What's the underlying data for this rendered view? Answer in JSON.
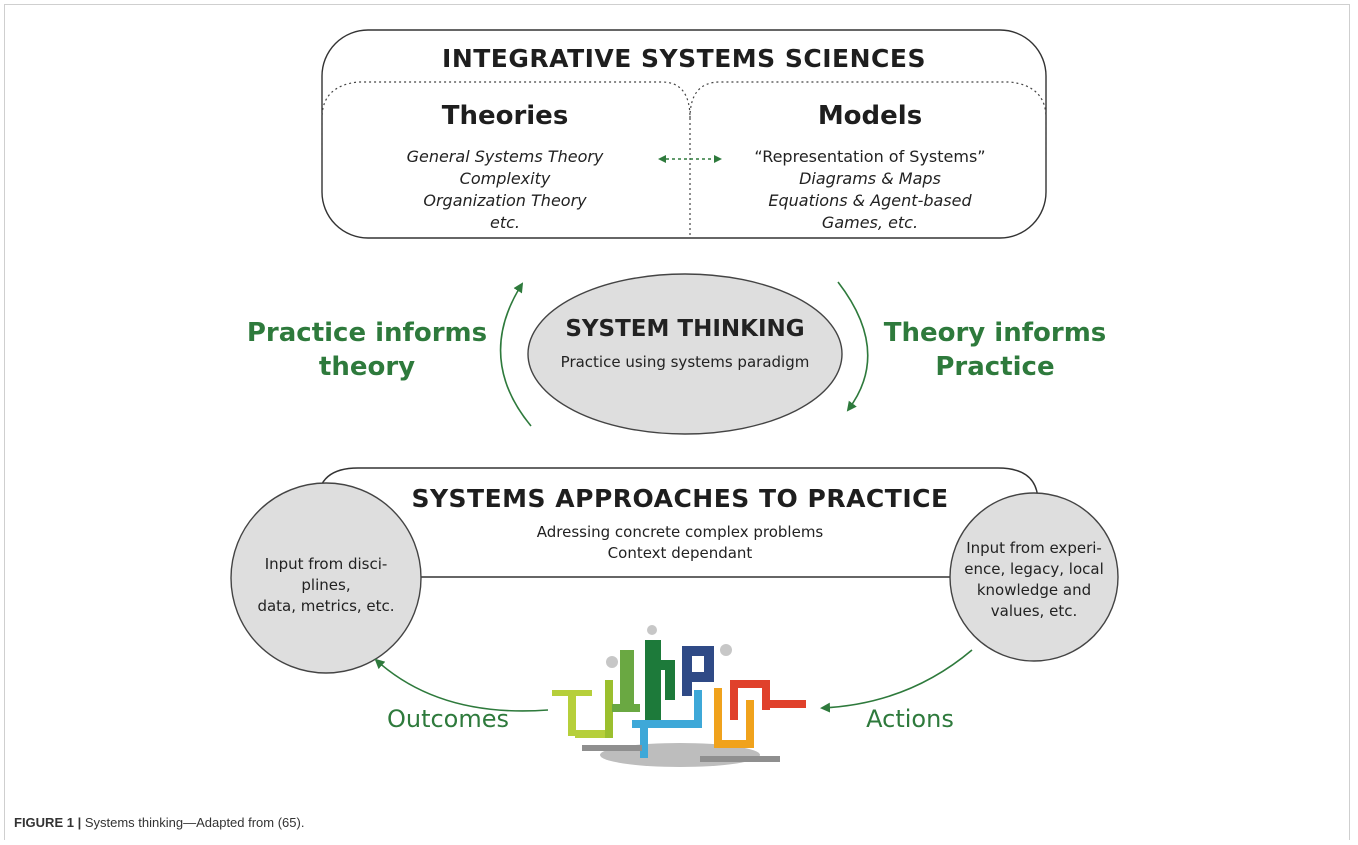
{
  "top_box": {
    "title": "INTEGRATIVE SYSTEMS SCIENCES",
    "theories": {
      "heading": "Theories",
      "items": [
        "General Systems Theory",
        "Complexity",
        "Organization Theory",
        "etc."
      ]
    },
    "models": {
      "heading": "Models",
      "items": [
        "“Representation of Systems”",
        "Diagrams & Maps",
        "Equations & Agent-based",
        "Games, etc."
      ]
    }
  },
  "center": {
    "title": "SYSTEM THINKING",
    "subtitle": "Practice using systems paradigm"
  },
  "left_label": [
    "Practice informs",
    "theory"
  ],
  "right_label": [
    "Theory informs",
    "Practice"
  ],
  "bottom_box": {
    "title": "SYSTEMS APPROACHES TO PRACTICE",
    "lines": [
      "Adressing concrete complex problems",
      "Context dependant"
    ]
  },
  "left_circle": [
    "Input from disci-",
    "plines,",
    "data, metrics, etc."
  ],
  "right_circle": [
    "Input from experi-",
    "ence, legacy, local",
    "knowledge and",
    "values, etc."
  ],
  "outcomes_label": "Outcomes",
  "actions_label": "Actions",
  "caption": {
    "label": "FIGURE 1 |",
    "text": " Systems thinking—Adapted from (65)."
  },
  "colors": {
    "green": "#2e7a3c",
    "ellipse_fill": "#dedede",
    "line": "#333333"
  }
}
